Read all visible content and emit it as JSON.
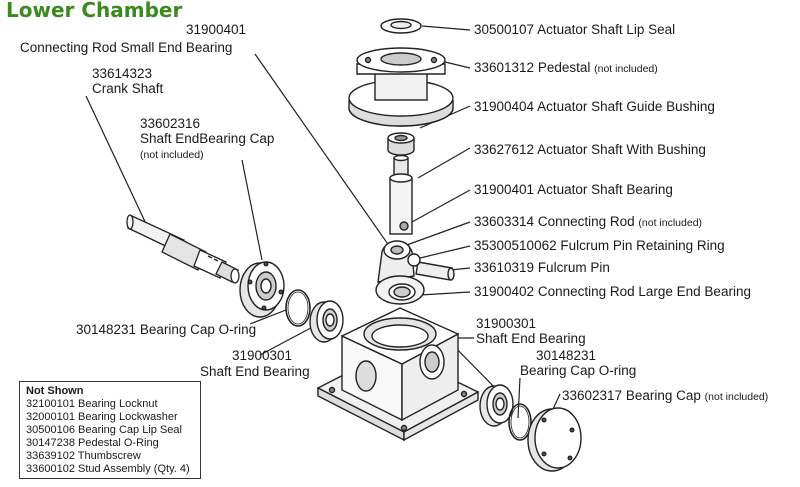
{
  "title": "Lower Chamber",
  "labels": {
    "lip_seal": "30500107 Actuator Shaft Lip Seal",
    "pedestal": "33601312 Pedestal",
    "pedestal_note": "(not included)",
    "guide_bushing": "31900404 Actuator Shaft Guide Bushing",
    "shaft_with_bushing": "33627612 Actuator Shaft With Bushing",
    "actuator_bearing": "31900401 Actuator Shaft Bearing",
    "connecting_rod": "33603314 Connecting Rod",
    "connecting_rod_note": "(not included)",
    "retaining_ring": "35300510062 Fulcrum Pin Retaining Ring",
    "fulcrum_pin": "33610319 Fulcrum Pin",
    "large_end_bearing": "31900402 Connecting Rod Large End Bearing",
    "small_end_number": "31900401",
    "small_end_name": "Connecting Rod Small End Bearing",
    "crank_number": "33614323",
    "crank_name": "Crank Shaft",
    "cap_number": "33602316",
    "cap_name": "Shaft EndBearing Cap",
    "cap_note": "(not included)",
    "oring_left": "30148231 Bearing Cap O-ring",
    "shaft_end_left_number": "31900301",
    "shaft_end_left_name": "Shaft End Bearing",
    "shaft_end_right_number": "31900301",
    "shaft_end_right_name": "Shaft End Bearing",
    "oring_right_number": "30148231",
    "oring_right_name": "Bearing Cap O-ring",
    "bearing_cap": "33602317 Bearing Cap",
    "bearing_cap_note": "(not included)"
  },
  "not_shown": {
    "heading": "Not Shown",
    "items": [
      "32100101 Bearing Locknut",
      "32000101 Bearing Lockwasher",
      "30500106 Bearing Cap Lip Seal",
      "30147238 Pedestal O-Ring",
      "33639102 Thumbscrew",
      "33600102 Stud Assembly (Qty. 4)"
    ]
  }
}
